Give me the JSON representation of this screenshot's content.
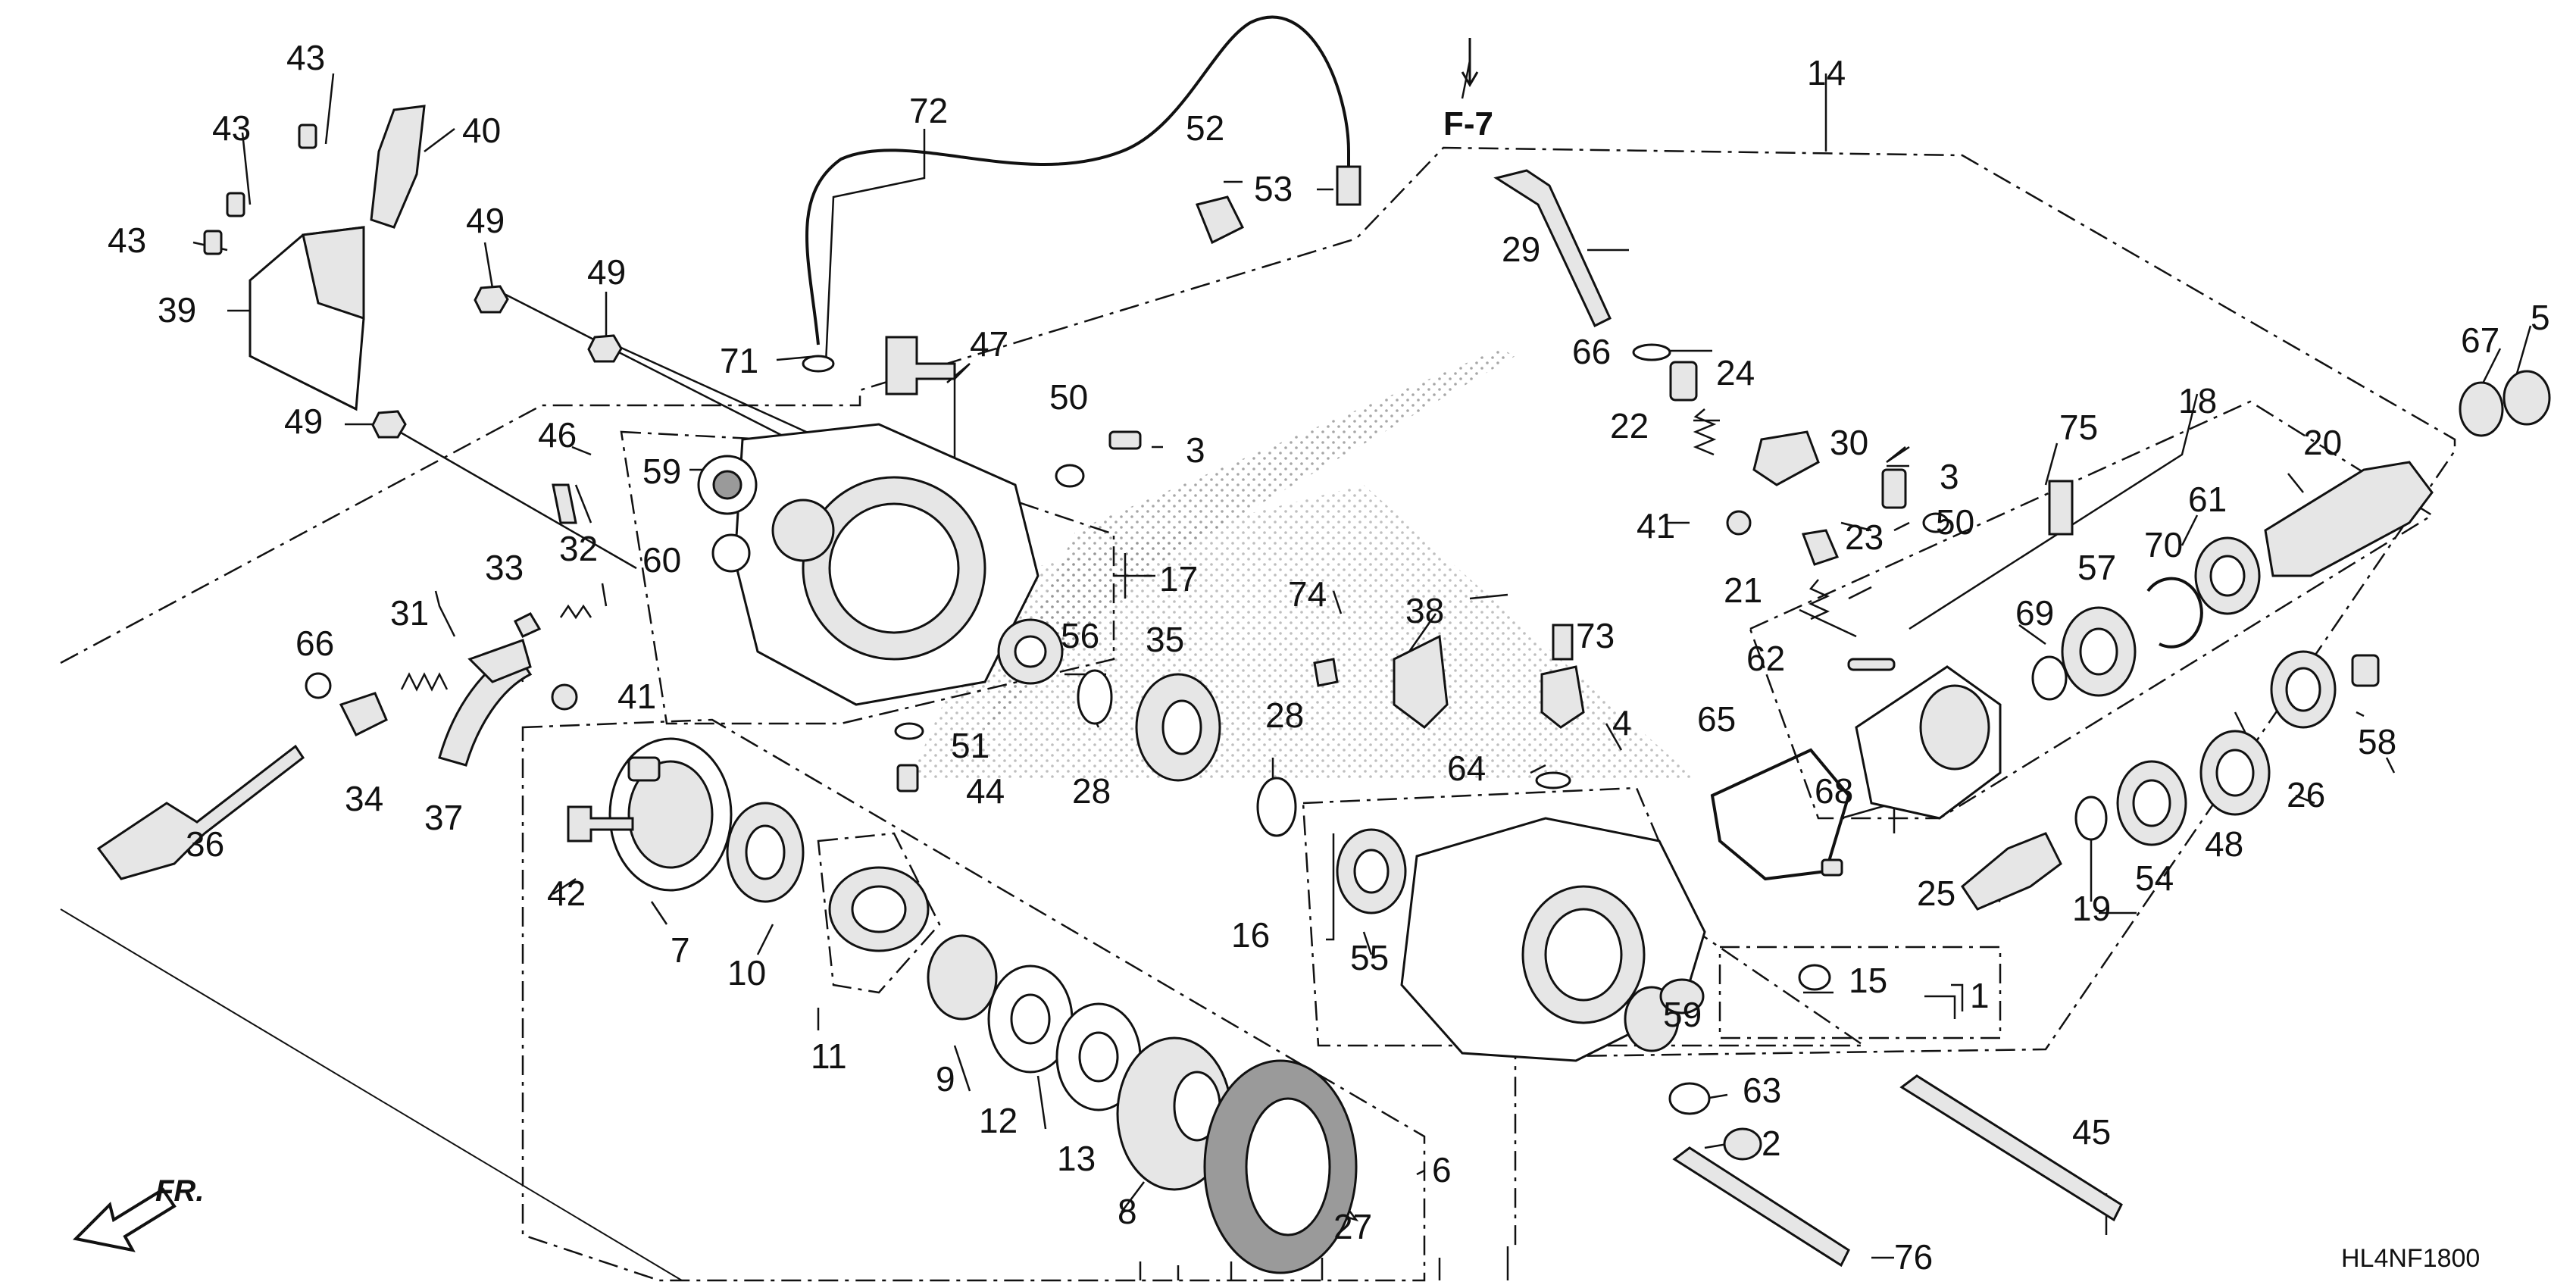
{
  "diagram": {
    "reference_label": "F-7",
    "direction_label": "FR.",
    "diagram_code": "HL4NF1800",
    "callouts": [
      {
        "id": "c43a",
        "label": "43"
      },
      {
        "id": "c43b",
        "label": "43"
      },
      {
        "id": "c43c",
        "label": "43"
      },
      {
        "id": "c40",
        "label": "40"
      },
      {
        "id": "c39",
        "label": "39"
      },
      {
        "id": "c72",
        "label": "72"
      },
      {
        "id": "c52",
        "label": "52"
      },
      {
        "id": "c53",
        "label": "53"
      },
      {
        "id": "c14",
        "label": "14"
      },
      {
        "id": "c29",
        "label": "29"
      },
      {
        "id": "c67",
        "label": "67"
      },
      {
        "id": "c5",
        "label": "5"
      },
      {
        "id": "c49a",
        "label": "49"
      },
      {
        "id": "c49b",
        "label": "49"
      },
      {
        "id": "c49c",
        "label": "49"
      },
      {
        "id": "c71",
        "label": "71"
      },
      {
        "id": "c47",
        "label": "47"
      },
      {
        "id": "c66a",
        "label": "66"
      },
      {
        "id": "c24",
        "label": "24"
      },
      {
        "id": "c22",
        "label": "22"
      },
      {
        "id": "c30",
        "label": "30"
      },
      {
        "id": "c50a",
        "label": "50"
      },
      {
        "id": "c3a",
        "label": "3"
      },
      {
        "id": "c75",
        "label": "75"
      },
      {
        "id": "c18",
        "label": "18"
      },
      {
        "id": "c20",
        "label": "20"
      },
      {
        "id": "c46",
        "label": "46"
      },
      {
        "id": "c59a",
        "label": "59"
      },
      {
        "id": "c3b",
        "label": "3"
      },
      {
        "id": "c41a",
        "label": "41"
      },
      {
        "id": "c23",
        "label": "23"
      },
      {
        "id": "c50b",
        "label": "50"
      },
      {
        "id": "c61",
        "label": "61"
      },
      {
        "id": "c32",
        "label": "32"
      },
      {
        "id": "c60",
        "label": "60"
      },
      {
        "id": "c17",
        "label": "17"
      },
      {
        "id": "c21",
        "label": "21"
      },
      {
        "id": "c57",
        "label": "57"
      },
      {
        "id": "c70",
        "label": "70"
      },
      {
        "id": "c33",
        "label": "33"
      },
      {
        "id": "c31",
        "label": "31"
      },
      {
        "id": "c74",
        "label": "74"
      },
      {
        "id": "c38",
        "label": "38"
      },
      {
        "id": "c73",
        "label": "73"
      },
      {
        "id": "c69",
        "label": "69"
      },
      {
        "id": "c56",
        "label": "56"
      },
      {
        "id": "c35",
        "label": "35"
      },
      {
        "id": "c62",
        "label": "62"
      },
      {
        "id": "c66b",
        "label": "66"
      },
      {
        "id": "c41b",
        "label": "41"
      },
      {
        "id": "c28a",
        "label": "28"
      },
      {
        "id": "c65",
        "label": "65"
      },
      {
        "id": "c4",
        "label": "4"
      },
      {
        "id": "c58",
        "label": "58"
      },
      {
        "id": "c51",
        "label": "51"
      },
      {
        "id": "c64",
        "label": "64"
      },
      {
        "id": "c28b",
        "label": "28"
      },
      {
        "id": "c44",
        "label": "44"
      },
      {
        "id": "c34",
        "label": "34"
      },
      {
        "id": "c37",
        "label": "37"
      },
      {
        "id": "c68",
        "label": "68"
      },
      {
        "id": "c26",
        "label": "26"
      },
      {
        "id": "c36",
        "label": "36"
      },
      {
        "id": "c48",
        "label": "48"
      },
      {
        "id": "c54",
        "label": "54"
      },
      {
        "id": "c42",
        "label": "42"
      },
      {
        "id": "c25",
        "label": "25"
      },
      {
        "id": "c19",
        "label": "19"
      },
      {
        "id": "c7",
        "label": "7"
      },
      {
        "id": "c16",
        "label": "16"
      },
      {
        "id": "c10",
        "label": "10"
      },
      {
        "id": "c55",
        "label": "55"
      },
      {
        "id": "c15",
        "label": "15"
      },
      {
        "id": "c1",
        "label": "1"
      },
      {
        "id": "c11",
        "label": "11"
      },
      {
        "id": "c59b",
        "label": "59"
      },
      {
        "id": "c9",
        "label": "9"
      },
      {
        "id": "c63",
        "label": "63"
      },
      {
        "id": "c12",
        "label": "12"
      },
      {
        "id": "c45",
        "label": "45"
      },
      {
        "id": "c2",
        "label": "2"
      },
      {
        "id": "c13",
        "label": "13"
      },
      {
        "id": "c6",
        "label": "6"
      },
      {
        "id": "c8",
        "label": "8"
      },
      {
        "id": "c27",
        "label": "27"
      },
      {
        "id": "c76",
        "label": "76"
      }
    ]
  }
}
